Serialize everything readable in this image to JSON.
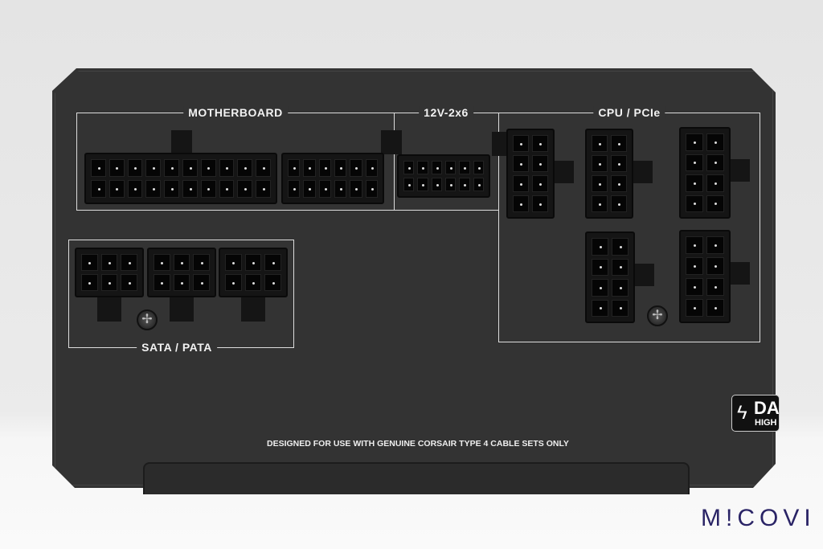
{
  "labels": {
    "motherboard": "MOTHERBOARD",
    "v12": "12V-2x6",
    "cpu_pcie": "CPU / PCIe",
    "sata_pata": "SATA / PATA"
  },
  "notice": "DESIGNED FOR USE WITH GENUINE CORSAIR TYPE 4 CABLE SETS ONLY",
  "badge": {
    "line1": "DA",
    "line2": "HIGH",
    "icon": "lightning-icon"
  },
  "watermark": {
    "text": "M!COVI",
    "color": "#2a2466"
  },
  "colors": {
    "panel": "#333333",
    "outline": "#dddddd"
  }
}
